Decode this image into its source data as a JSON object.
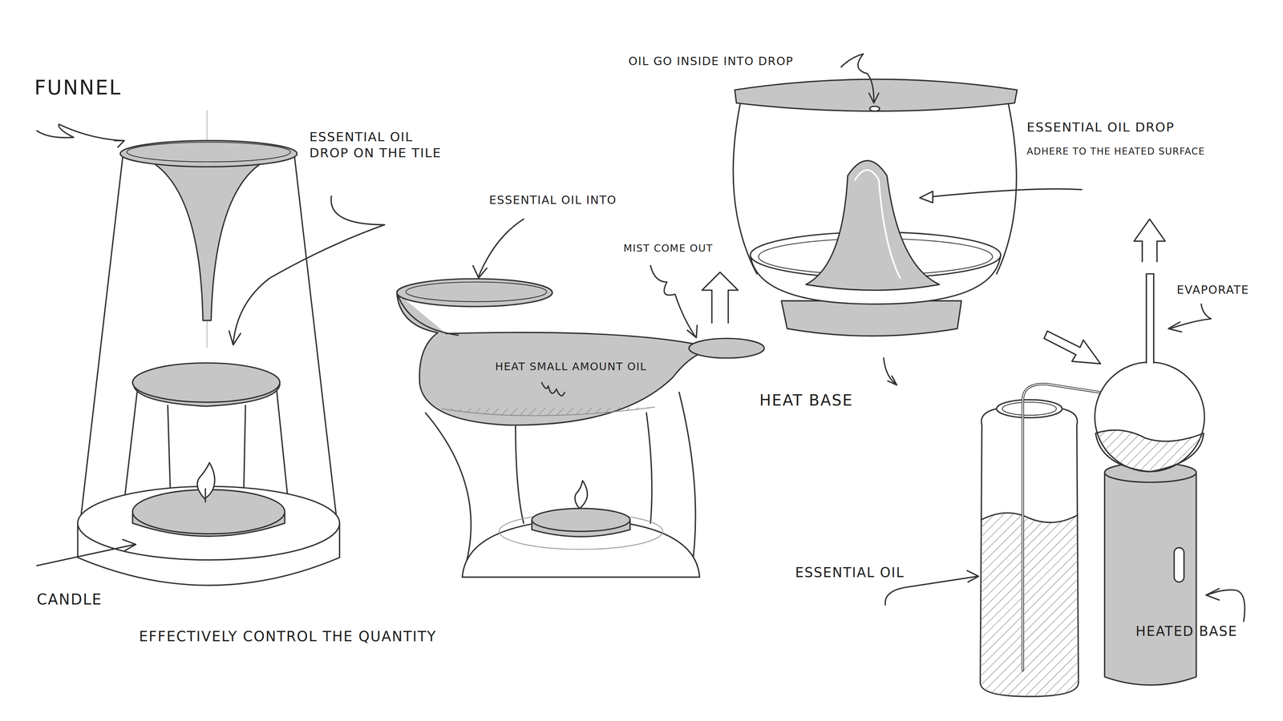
{
  "diagram": {
    "labels": [
      "FUNNEL",
      "ESSENTIAL OIL DROP ON THE TILE",
      "CANDLE",
      "EFFECTIVELY CONTROL THE QUANTITY",
      "ESSENTIAL OIL INTO",
      "MIST COME OUT",
      "HEAT SMALL AMOUNT OIL",
      "OIL GO INSIDE INTO DROP",
      "ESSENTIAL OIL DROP",
      "ADHERE TO THE HEATED SURFACE",
      "HEAT BASE",
      "EVAPORATE",
      "ESSENTIAL OIL",
      "HEATED BASE"
    ]
  }
}
